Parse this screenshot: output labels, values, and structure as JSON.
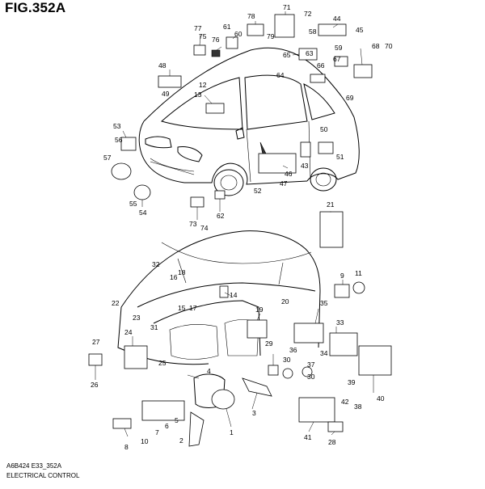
{
  "figure": {
    "title": "FIG.352A",
    "code": "A6B424 E33_352A",
    "caption": "ELECTRICAL CONTROL"
  },
  "callouts": [
    {
      "id": "c1",
      "label": "1"
    },
    {
      "id": "c2",
      "label": "2"
    },
    {
      "id": "c3",
      "label": "3"
    },
    {
      "id": "c4",
      "label": "4"
    },
    {
      "id": "c5",
      "label": "5"
    },
    {
      "id": "c6",
      "label": "6"
    },
    {
      "id": "c7",
      "label": "7"
    },
    {
      "id": "c8",
      "label": "8"
    },
    {
      "id": "c9",
      "label": "9"
    },
    {
      "id": "c10",
      "label": "10"
    },
    {
      "id": "c11",
      "label": "11"
    },
    {
      "id": "c12",
      "label": "12"
    },
    {
      "id": "c13",
      "label": "13"
    },
    {
      "id": "c14",
      "label": "14"
    },
    {
      "id": "c15",
      "label": "15"
    },
    {
      "id": "c16",
      "label": "16"
    },
    {
      "id": "c17",
      "label": "17"
    },
    {
      "id": "c18",
      "label": "18"
    },
    {
      "id": "c19",
      "label": "19"
    },
    {
      "id": "c20",
      "label": "20"
    },
    {
      "id": "c21",
      "label": "21"
    },
    {
      "id": "c22",
      "label": "22"
    },
    {
      "id": "c23",
      "label": "23"
    },
    {
      "id": "c24",
      "label": "24"
    },
    {
      "id": "c25",
      "label": "25"
    },
    {
      "id": "c26",
      "label": "26"
    },
    {
      "id": "c27",
      "label": "27"
    },
    {
      "id": "c28",
      "label": "28"
    },
    {
      "id": "c29",
      "label": "29"
    },
    {
      "id": "c30a",
      "label": "30"
    },
    {
      "id": "c30b",
      "label": "30"
    },
    {
      "id": "c31",
      "label": "31"
    },
    {
      "id": "c32",
      "label": "32"
    },
    {
      "id": "c33",
      "label": "33"
    },
    {
      "id": "c34",
      "label": "34"
    },
    {
      "id": "c35",
      "label": "35"
    },
    {
      "id": "c36",
      "label": "36"
    },
    {
      "id": "c37",
      "label": "37"
    },
    {
      "id": "c38",
      "label": "38"
    },
    {
      "id": "c39",
      "label": "39"
    },
    {
      "id": "c40",
      "label": "40"
    },
    {
      "id": "c41",
      "label": "41"
    },
    {
      "id": "c42",
      "label": "42"
    },
    {
      "id": "c43",
      "label": "43"
    },
    {
      "id": "c44",
      "label": "44"
    },
    {
      "id": "c45",
      "label": "45"
    },
    {
      "id": "c46",
      "label": "46"
    },
    {
      "id": "c47",
      "label": "47"
    },
    {
      "id": "c48",
      "label": "48"
    },
    {
      "id": "c49",
      "label": "49"
    },
    {
      "id": "c50",
      "label": "50"
    },
    {
      "id": "c51",
      "label": "51"
    },
    {
      "id": "c52",
      "label": "52"
    },
    {
      "id": "c53",
      "label": "53"
    },
    {
      "id": "c54",
      "label": "54"
    },
    {
      "id": "c55",
      "label": "55"
    },
    {
      "id": "c56",
      "label": "56"
    },
    {
      "id": "c57",
      "label": "57"
    },
    {
      "id": "c58",
      "label": "58"
    },
    {
      "id": "c59",
      "label": "59"
    },
    {
      "id": "c60",
      "label": "60"
    },
    {
      "id": "c61",
      "label": "61"
    },
    {
      "id": "c62",
      "label": "62"
    },
    {
      "id": "c63",
      "label": "63"
    },
    {
      "id": "c64",
      "label": "64"
    },
    {
      "id": "c65",
      "label": "65"
    },
    {
      "id": "c66",
      "label": "66"
    },
    {
      "id": "c67",
      "label": "67"
    },
    {
      "id": "c68",
      "label": "68"
    },
    {
      "id": "c69",
      "label": "69"
    },
    {
      "id": "c70",
      "label": "70"
    },
    {
      "id": "c71",
      "label": "71"
    },
    {
      "id": "c72",
      "label": "72"
    },
    {
      "id": "c73",
      "label": "73"
    },
    {
      "id": "c74",
      "label": "74"
    },
    {
      "id": "c75",
      "label": "75"
    },
    {
      "id": "c76",
      "label": "76"
    },
    {
      "id": "c77",
      "label": "77"
    },
    {
      "id": "c78",
      "label": "78"
    },
    {
      "id": "c79",
      "label": "79"
    }
  ]
}
